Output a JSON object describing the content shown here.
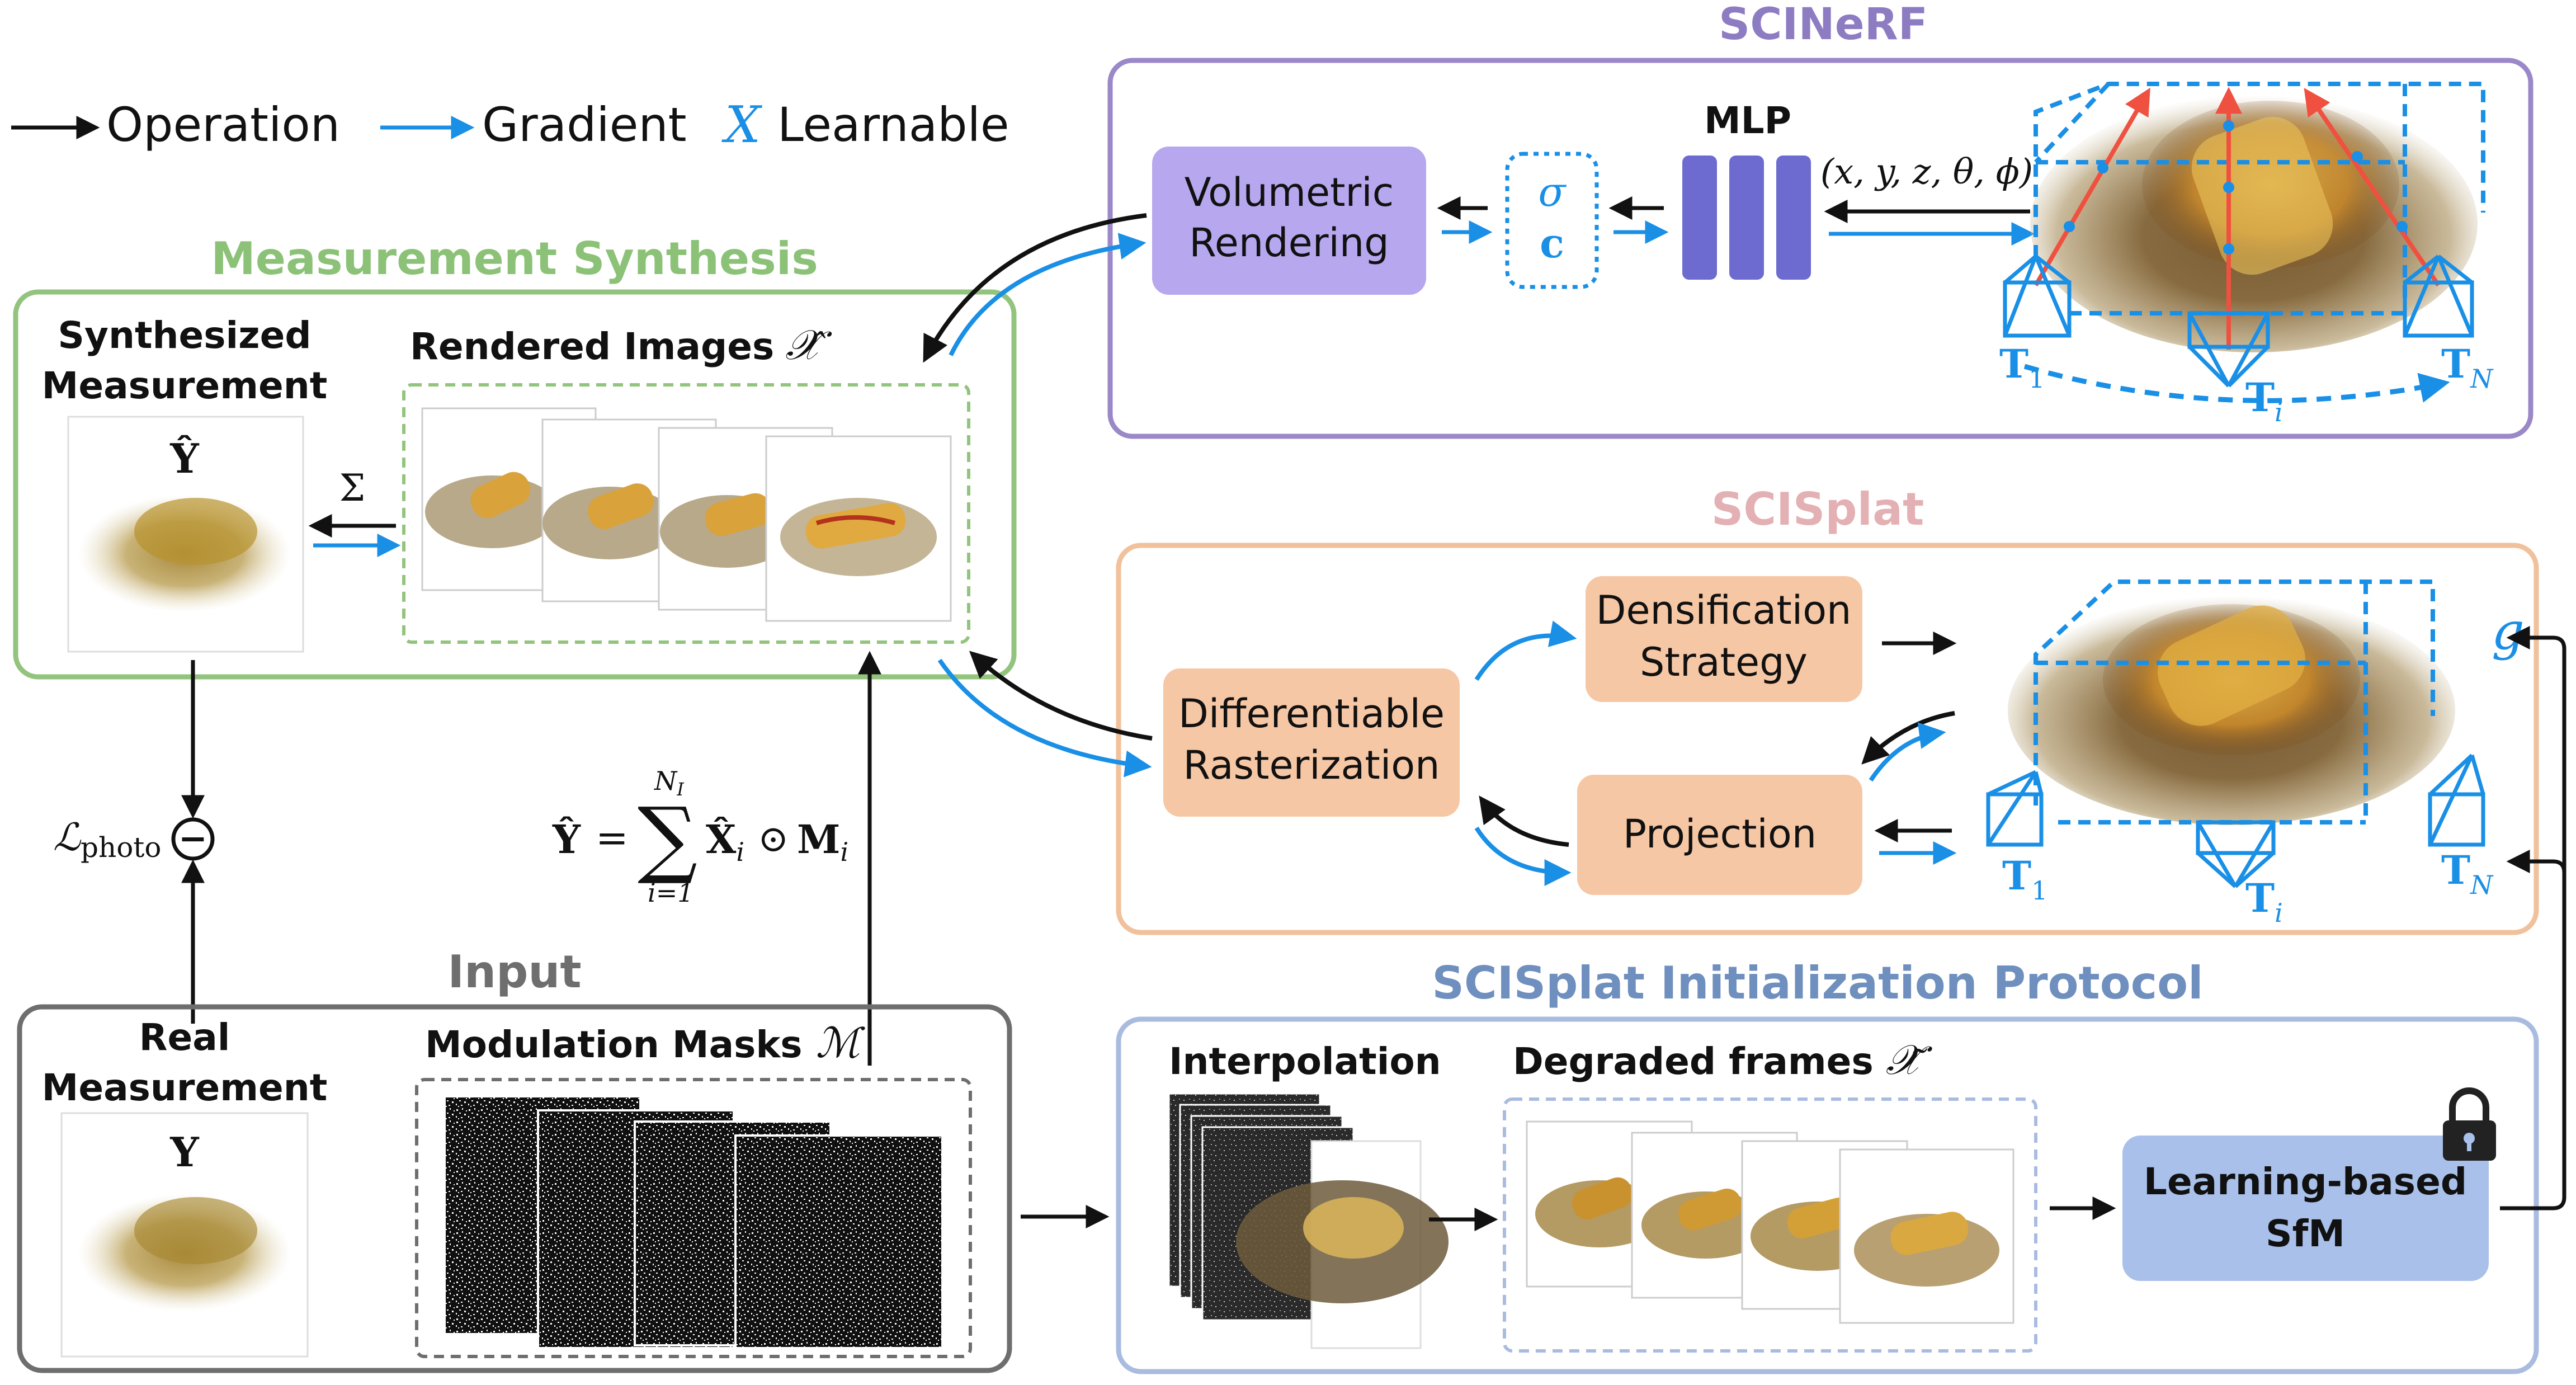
{
  "legend": {
    "operation": "Operation",
    "gradient": "Gradient",
    "learnable_symbol": "X",
    "learnable": "Learnable"
  },
  "titles": {
    "scinerf": "SCINeRF",
    "measurement_synthesis": "Measurement Synthesis",
    "scisplat": "SCISplat",
    "init_protocol": "SCISplat Initialization Protocol",
    "input": "Input"
  },
  "scinerf": {
    "volumetric_line1": "Volumetric",
    "volumetric_line2": "Rendering",
    "sigma": "σ",
    "c": "c",
    "mlp": "MLP",
    "coords": "(x, y, z, θ, ϕ)",
    "t1": "T",
    "t1_sub": "1",
    "ti": "T",
    "ti_sub": "i",
    "tn": "T",
    "tn_sub": "N"
  },
  "measurement": {
    "synth_line1": "Synthesized",
    "synth_line2": "Measurement",
    "yhat": "Ŷ",
    "sigma_sum": "Σ",
    "rendered_label": "Rendered Images",
    "rendered_symbol": "𝒳̂",
    "loss_L": "ℒ",
    "loss_sub": "photo",
    "minus": "−"
  },
  "equation": {
    "lhs": "Ŷ",
    "eq": "=",
    "sum": "∑",
    "upper": "N",
    "upper_sub": "I",
    "lower": "i=1",
    "xhat": "X̂",
    "xsub": "i",
    "odot": "⊙",
    "m": "M",
    "msub": "i"
  },
  "scisplat": {
    "diff_line1": "Differentiable",
    "diff_line2": "Rasterization",
    "dens_line1": "Densification",
    "dens_line2": "Strategy",
    "projection": "Projection",
    "g": "g",
    "t1": "T",
    "t1_sub": "1",
    "ti": "T",
    "ti_sub": "i",
    "tn": "T",
    "tn_sub": "N"
  },
  "input": {
    "real_line1": "Real",
    "real_line2": "Measurement",
    "y": "Y",
    "masks_label": "Modulation Masks",
    "masks_symbol": "ℳ"
  },
  "init": {
    "interpolation": "Interpolation",
    "degraded_label": "Degraded frames",
    "degraded_symbol": "𝒳̃",
    "sfm_line1": "Learning-based",
    "sfm_line2": "SfM"
  },
  "colors": {
    "gradient": "#1a8fe6",
    "scinerf_frame": "#9b88c8",
    "scinerf_title": "#8e7cc3",
    "measurement_frame": "#93c47d",
    "measurement_title": "#8cc277",
    "scisplat_frame": "#f1c19b",
    "scisplat_title": "#e3b0b4",
    "init_frame": "#a9bce0",
    "init_title": "#6f8fbf",
    "input_frame": "#6e6e6e",
    "input_title": "#6e6e6e",
    "volumetric_box": "#b7a7ee",
    "mlp_bar": "#6d6bcf",
    "orange_box": "#f6c7a5",
    "sfm_box": "#a9c0ea",
    "ray": "#f05040"
  }
}
